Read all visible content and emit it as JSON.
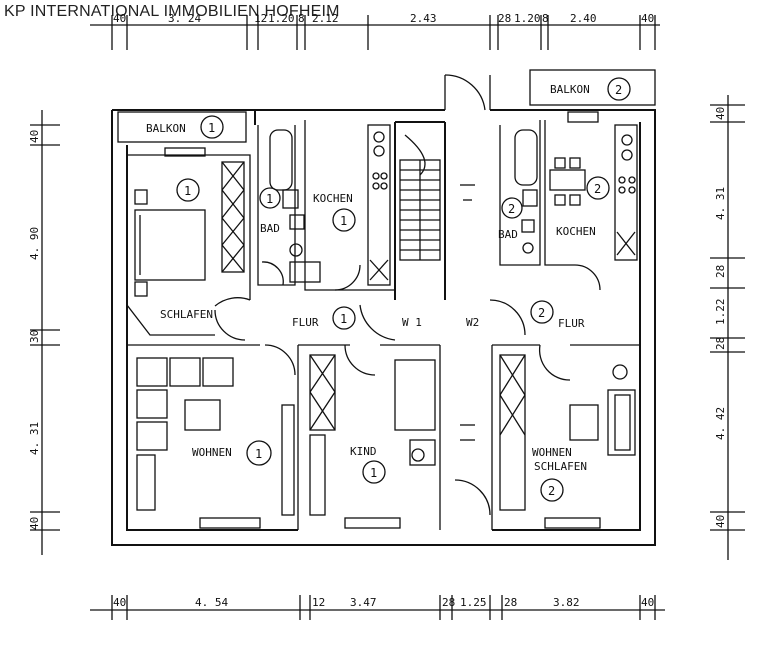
{
  "header": "KP INTERNATIONAL IMMOBILIEN HOFHEIM",
  "rooms": {
    "balkon1": "BALKON",
    "balkon2": "BALKON",
    "schlafen": "SCHLAFEN",
    "bad1": "BAD",
    "kochen1": "KOCHEN",
    "flur1": "FLUR",
    "w1": "W 1",
    "w2": "W2",
    "bad2": "BAD",
    "kochen2": "KOCHEN",
    "flur2": "FLUR",
    "wohnen": "WOHNEN",
    "kind": "KIND",
    "wohnen_schlafen_1": "WOHNEN",
    "wohnen_schlafen_2": "SCHLAFEN"
  },
  "unit_marks": {
    "balkon1": "1",
    "schlafen": "1",
    "bad1": "1",
    "kochen1": "1",
    "flur1": "1",
    "wohnen": "1",
    "kind": "1",
    "balkon2": "2",
    "bad2": "2",
    "kochen2": "2",
    "flur2": "2",
    "wohnen_schlafen": "2"
  },
  "dims_top": [
    "40",
    "3. 24",
    "12",
    "1.20",
    "8",
    "2.12",
    "2.43",
    "28",
    "1.20",
    "8",
    "2.40",
    "40"
  ],
  "dims_bottom": [
    "40",
    "4. 54",
    "12",
    "3.47",
    "28",
    "1.25",
    "28",
    "3.82",
    "40"
  ],
  "dims_left": [
    "40",
    "4. 90",
    "30",
    "4. 31",
    "40"
  ],
  "dims_right": [
    "40",
    "4. 31",
    "28",
    "1.22",
    "28",
    "4. 42",
    "40"
  ]
}
